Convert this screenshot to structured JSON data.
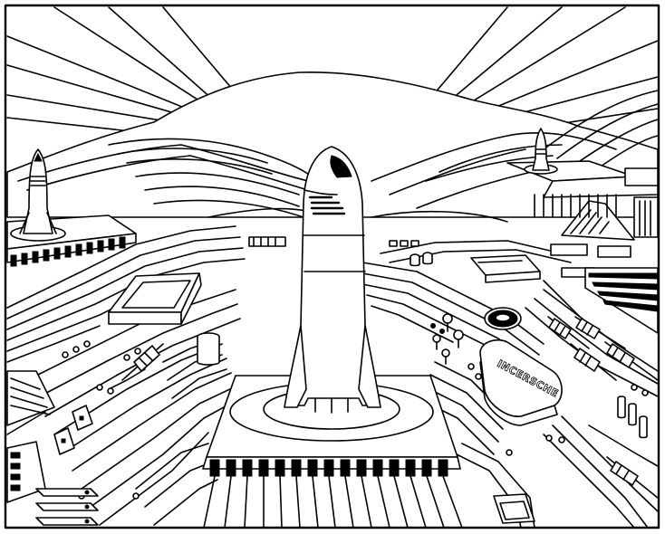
{
  "artwork": {
    "style": "black-and-white line art (coloring page)",
    "colors": {
      "ink": "#000000",
      "paper": "#ffffff"
    }
  },
  "chip_label": "INCERSCHE",
  "icons": [
    "rocket",
    "launch-pad",
    "microchip",
    "resistor",
    "capacitor",
    "inductor-coil",
    "circuit-trace",
    "mountain",
    "sun-rays"
  ]
}
